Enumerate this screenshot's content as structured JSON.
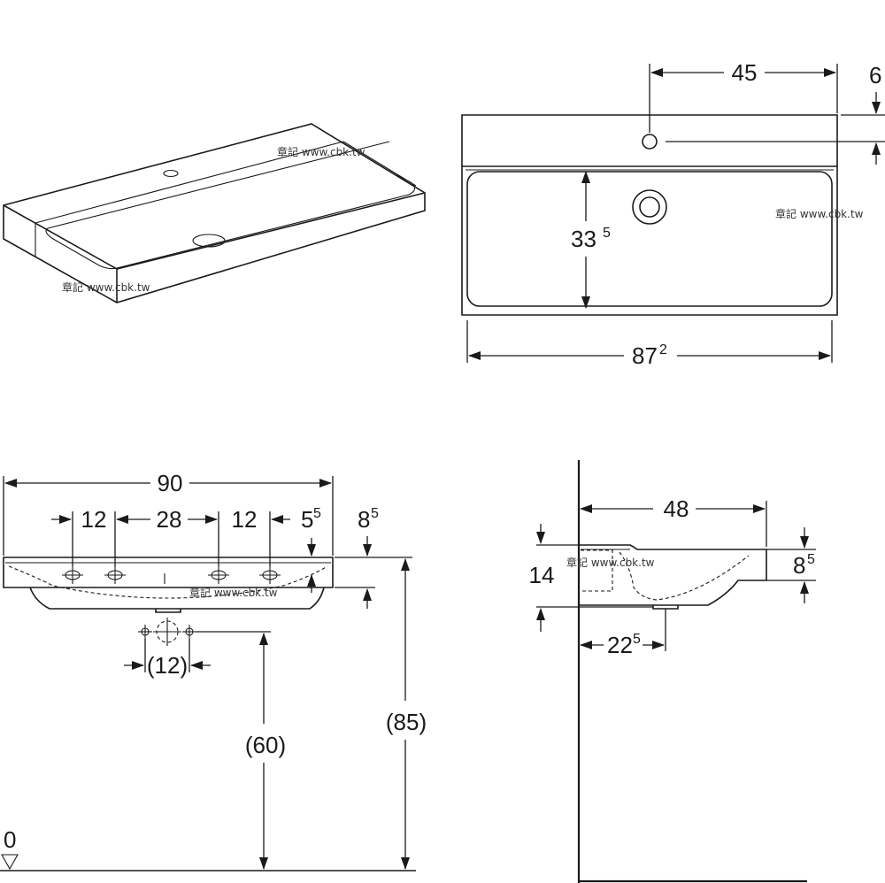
{
  "watermark": "章記 www.cbk.tw",
  "plan_view": {
    "width_top": {
      "main": "45",
      "sup": ""
    },
    "tap_offset": {
      "main": "6",
      "sup": ""
    },
    "depth": {
      "main": "33",
      "sup": "5"
    },
    "width_bottom": {
      "main": "87",
      "sup": "2"
    }
  },
  "front_view": {
    "overall_width": {
      "main": "90",
      "sup": ""
    },
    "hole_spacing_left": {
      "main": "12",
      "sup": ""
    },
    "hole_spacing_middle": {
      "main": "28",
      "sup": ""
    },
    "hole_spacing_right": {
      "main": "12",
      "sup": ""
    },
    "edge_offset": {
      "main": "5",
      "sup": "5"
    },
    "rim_height": {
      "main": "8",
      "sup": "5"
    },
    "drain_spacing": {
      "main": "(12)",
      "sup": ""
    },
    "drain_height": {
      "main": "(60)",
      "sup": ""
    },
    "total_height": {
      "main": "(85)",
      "sup": ""
    },
    "floor_level": {
      "main": "0",
      "sup": ""
    }
  },
  "side_view": {
    "depth": {
      "main": "48",
      "sup": ""
    },
    "height": {
      "main": "14",
      "sup": ""
    },
    "rim_height": {
      "main": "8",
      "sup": "5"
    },
    "drain_offset": {
      "main": "22",
      "sup": "5"
    }
  }
}
